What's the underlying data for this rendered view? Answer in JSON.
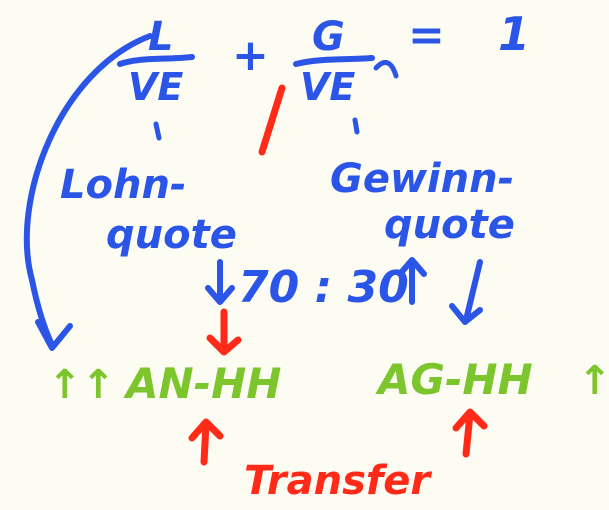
{
  "colors": {
    "background": "#fdfcf3",
    "blue_ink": "#2a55e6",
    "green_ink": "#7cc52c",
    "red_ink": "#ff2a17"
  },
  "formula": {
    "term1_numerator": "L",
    "term1_denominator": "VE",
    "plus": "+",
    "term2_numerator": "G",
    "term2_denominator": "VE",
    "equals": "=",
    "result": "1"
  },
  "labels": {
    "left_line1": "Lohn-",
    "left_line2": "quote",
    "right_line1": "Gewinn-",
    "right_line2": "quote",
    "ratio": "70 : 30"
  },
  "bottom": {
    "left_prefix": "↑↑",
    "left_label": "AN-HH",
    "right_label": "AG-HH",
    "right_suffix": "↑",
    "transfer": "Transfer"
  }
}
